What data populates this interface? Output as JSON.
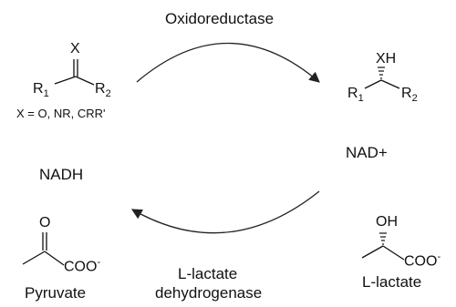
{
  "enzyme_top": "Oxidoreductase",
  "enzyme_bottom_line1": "L-lactate",
  "enzyme_bottom_line2": "dehydrogenase",
  "cofactor_left": "NADH",
  "cofactor_right": "NAD+",
  "substrate": {
    "atom_x": "X",
    "r1": "R",
    "r1_sub": "1",
    "r2": "R",
    "r2_sub": "2",
    "caption": "X = O, NR, CRR'"
  },
  "product": {
    "atom_xh": "XH",
    "r1": "R",
    "r1_sub": "1",
    "r2": "R",
    "r2_sub": "2"
  },
  "pyruvate": {
    "atom_o": "O",
    "carboxylate": "COO",
    "charge": "-",
    "name": "Pyruvate"
  },
  "lactate": {
    "atom_oh": "OH",
    "carboxylate": "COO",
    "charge": "-",
    "name": "L-lactate"
  }
}
